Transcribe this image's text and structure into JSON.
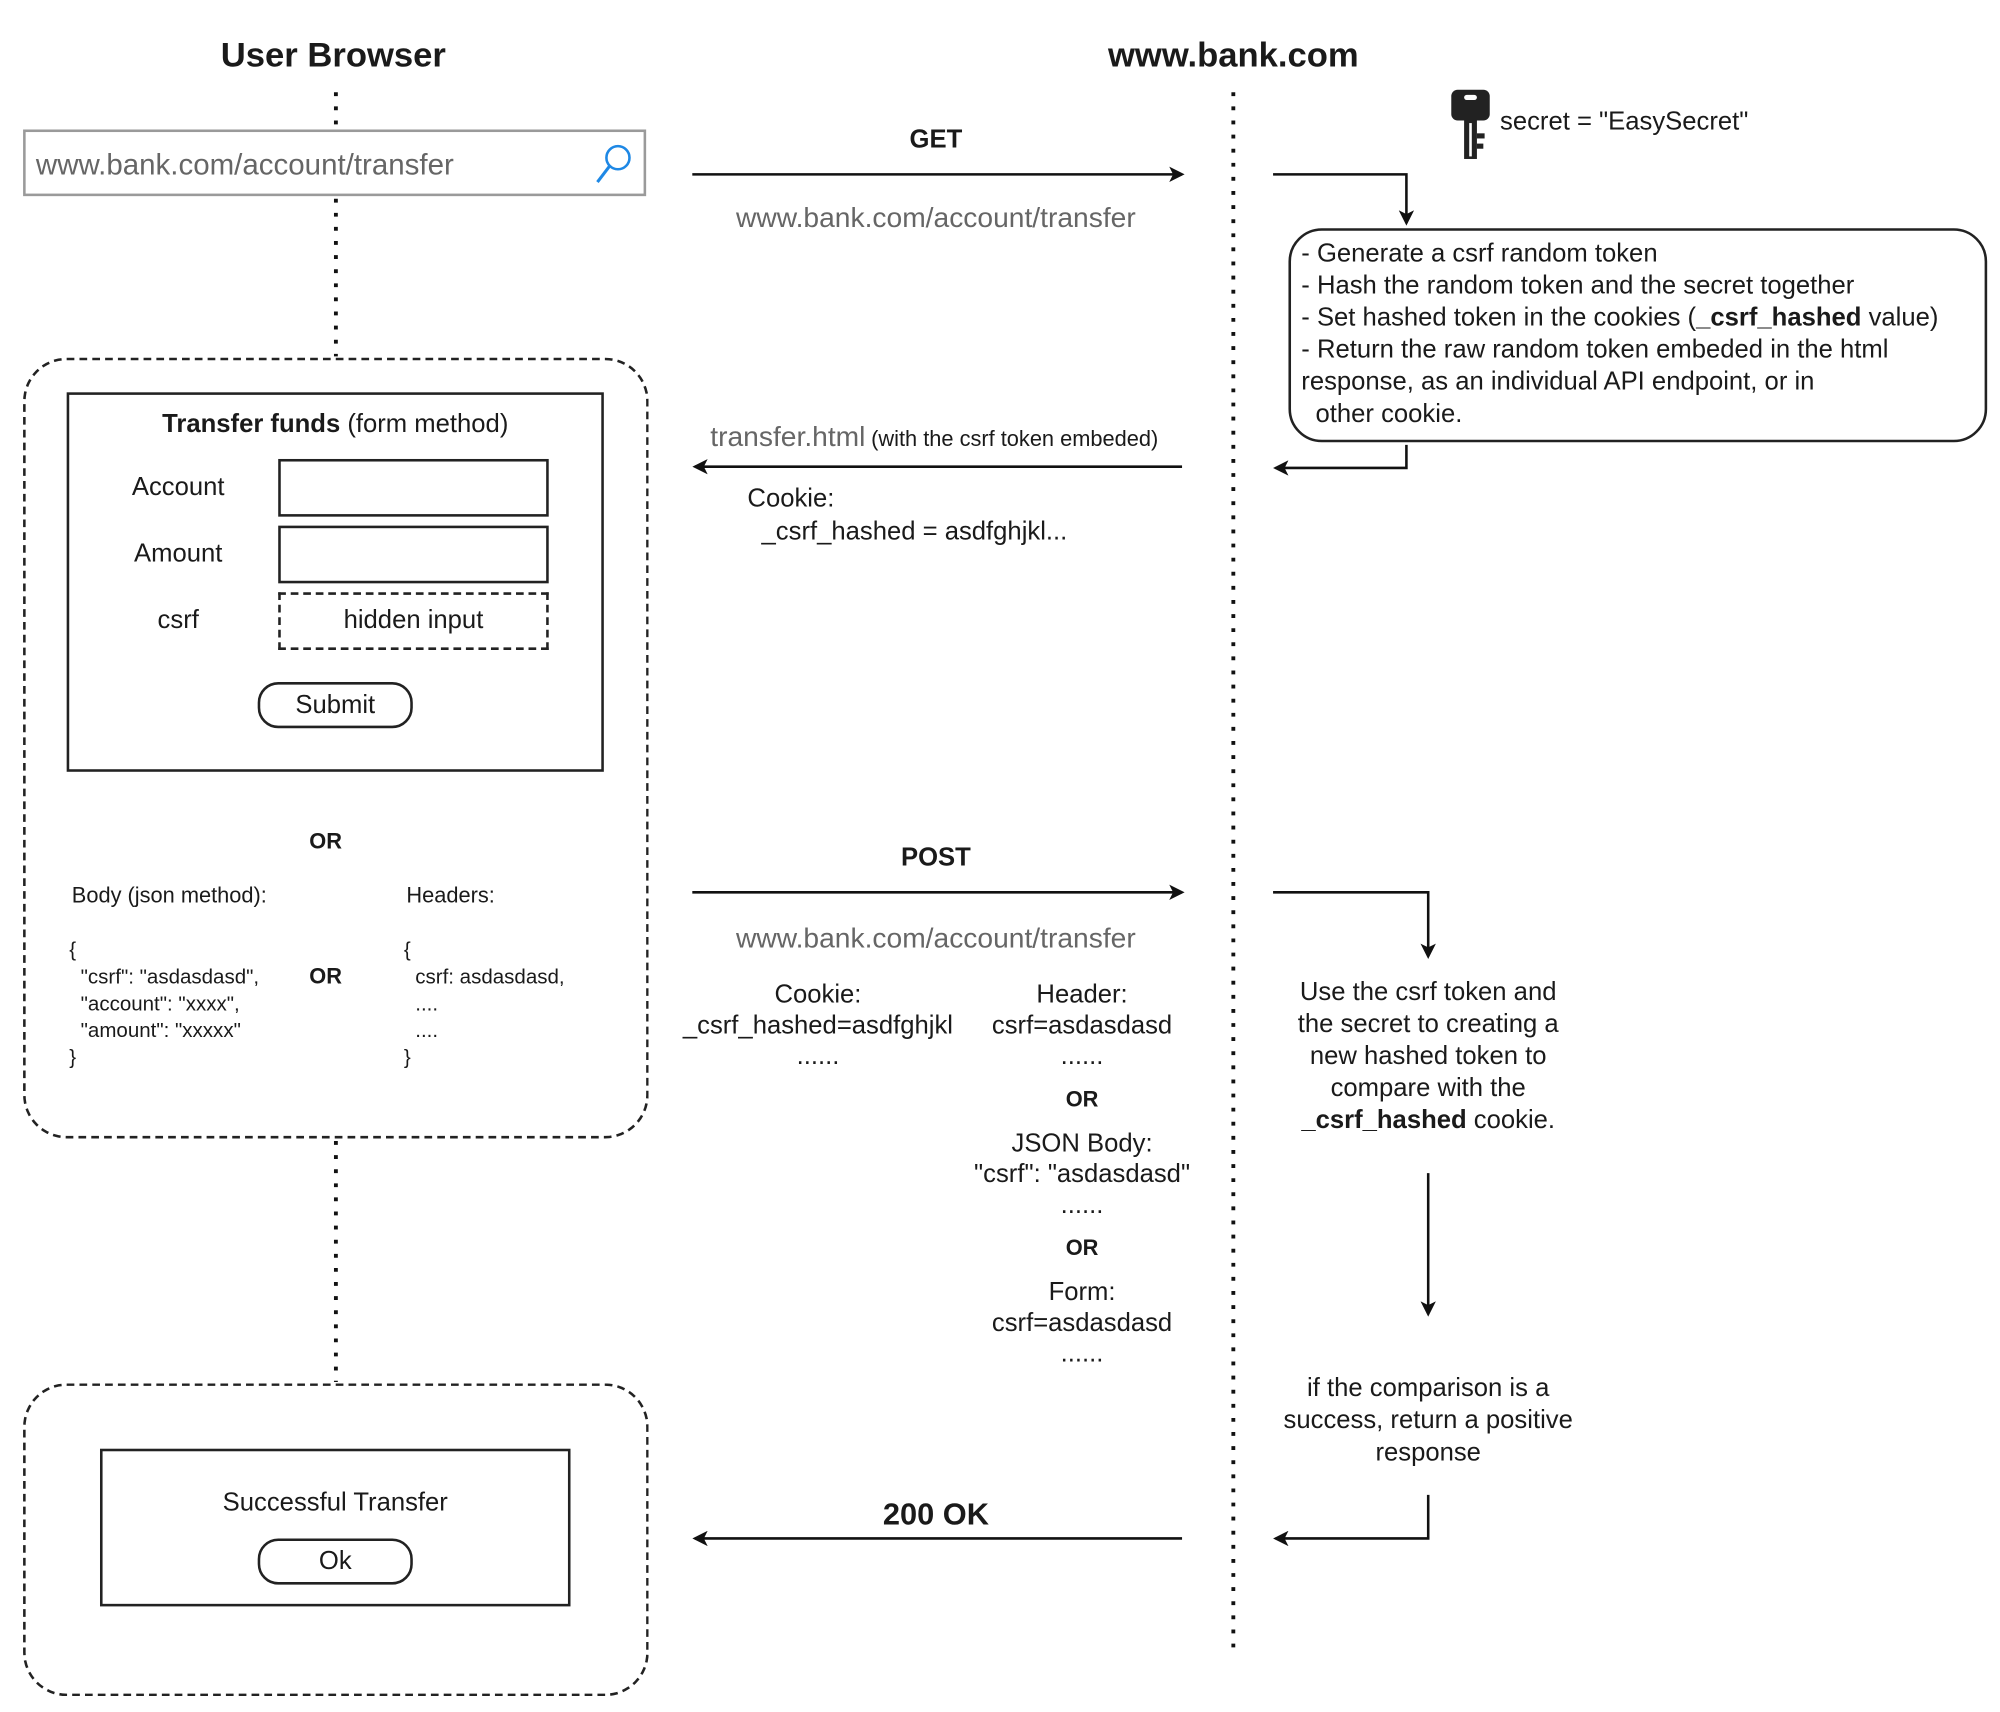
{
  "lanes": {
    "client_title": "User Browser",
    "server_title": "www.bank.com"
  },
  "browser": {
    "url": "www.bank.com/account/transfer"
  },
  "secret": {
    "text": "secret = \"EasySecret\""
  },
  "requests": {
    "get_method": "GET",
    "get_url": "www.bank.com/account/transfer",
    "response_file": "transfer.html",
    "response_note": "(with the csrf token embeded)",
    "response_cookie_label": "Cookie:",
    "response_cookie_value": "_csrf_hashed = asdfghjkl...",
    "post_method": "POST",
    "post_url": "www.bank.com/account/transfer",
    "ok_status": "200 OK"
  },
  "server_steps": {
    "line1": "- Generate a csrf random token",
    "line2": "- Hash the random token and the secret together",
    "line3_pre": "- Set hashed token in the cookies (",
    "line3_bold": "_csrf_hashed",
    "line3_post": " value)",
    "line4": "- Return the raw random token embeded in the html",
    "line5": "response, as an individual API endpoint, or in",
    "line6": "  other cookie."
  },
  "form": {
    "title_bold": "Transfer funds",
    "title_rest": " (form method)",
    "account_label": "Account",
    "amount_label": "Amount",
    "csrf_label": "csrf",
    "hidden_input": "hidden input",
    "submit_label": "Submit"
  },
  "alternatives": {
    "or_top": "OR",
    "body_label": "Body (json method):",
    "body_json": "{\n  \"csrf\": \"asdasdasd\",\n  \"account\": \"xxxx\",\n  \"amount\": \"xxxxx\"\n}",
    "or_middle": "OR",
    "headers_label": "Headers:",
    "headers_json": "{\n  csrf: asdasdasd,\n  ....\n  ....\n}"
  },
  "post_payload": {
    "cookie_label": "Cookie:",
    "cookie_value": "_csrf_hashed=asdfghjkl",
    "cookie_more": "......",
    "header_label": "Header:",
    "header_value": "csrf=asdasdasd",
    "header_more": "......",
    "or1": "OR",
    "json_label": "JSON Body:",
    "json_value": "\"csrf\": \"asdasdasd\"",
    "json_more": "......",
    "or2": "OR",
    "form_label": "Form:",
    "form_value": "csrf=asdasdasd",
    "form_more": "......"
  },
  "verify": {
    "line1": "Use the csrf token and",
    "line2": "the secret to creating a",
    "line3": "new hashed token to",
    "line4": "compare with the",
    "line5_bold": "_csrf_hashed",
    "line5_rest": " cookie."
  },
  "result": {
    "line1": "if the comparison is a",
    "line2": "success, return a positive",
    "line3": "response"
  },
  "success_dialog": {
    "message": "Successful Transfer",
    "ok_label": "Ok"
  },
  "colors": {
    "line": "#111111",
    "url_gray": "#666666",
    "search_icon": "#1e88e5"
  }
}
